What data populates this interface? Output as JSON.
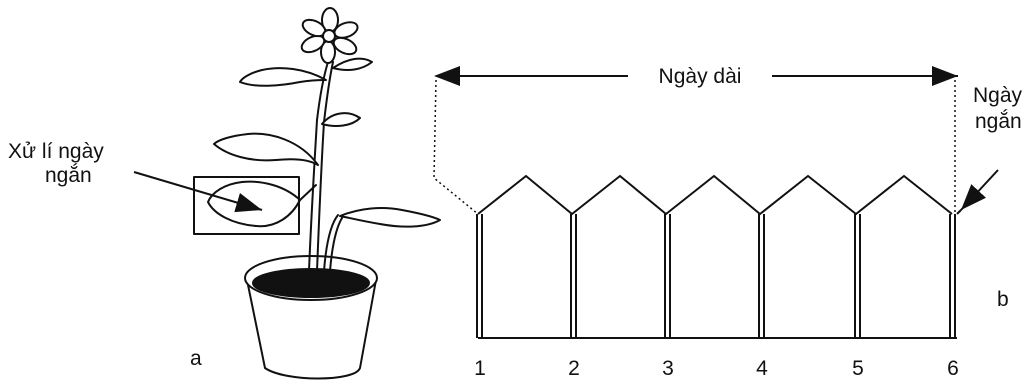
{
  "panel_a": {
    "label": "a",
    "treatment_line1": "Xử lí ngày",
    "treatment_line2": "ngắn"
  },
  "panel_b": {
    "label": "b",
    "long_day": "Ngày dài",
    "short_day_line1": "Ngày",
    "short_day_line2": "ngắn",
    "plant_numbers": [
      "1",
      "2",
      "3",
      "4",
      "5",
      "6"
    ]
  },
  "colors": {
    "ink": "#111111",
    "soil": "#111111",
    "background": "#ffffff"
  }
}
